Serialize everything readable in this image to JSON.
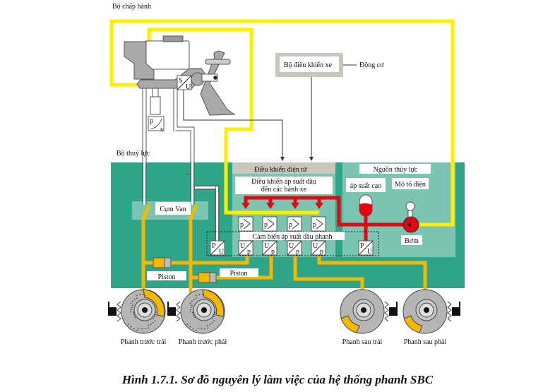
{
  "labels": {
    "actuator": "Bộ chấp hành",
    "vehicle_controller": "Bộ điều khiển xe",
    "engine": "Động cơ",
    "hydraulic_unit": "Bộ thuỷ lực",
    "electronic_control": "Điều khiển điện tử",
    "pressure_control_line1": "Điều khiển áp suất dầu",
    "pressure_control_line2": "đến các bánh xe",
    "hydraulic_source": "Nguồn thủy lực",
    "high_pressure": "áp suất cao",
    "electric_motor": "Mô tô điện",
    "pump": "Bơm",
    "valve_cluster": "Cụm Van",
    "pressure_sensor": "Cảm biến áp suất dầu phanh",
    "piston_1": "Piston",
    "piston_2": "Piston"
  },
  "sensor_glyphs": {
    "stroke_sensor": [
      "S",
      "U"
    ],
    "pressure_in": [
      "p"
    ],
    "pressure_out": [
      "U",
      "p"
    ],
    "master_pu": [
      "P",
      "U"
    ],
    "pedal_graph": [
      "p",
      "s"
    ]
  },
  "wheels": [
    {
      "label": "Phanh trước trái"
    },
    {
      "label": "Phanh trước phải"
    },
    {
      "label": "Phanh sau trái"
    },
    {
      "label": "Phanh sau phải"
    }
  ],
  "colors": {
    "electric_line": "#ffee00",
    "hydraulic_line": "#f5b800",
    "high_pressure_line": "#e30613",
    "panel_dark": "#2fa58a",
    "panel_light": "#7ac4b1",
    "header_grey": "#c9c6bb"
  },
  "caption": "Hình 1.7.1. Sơ đồ nguyên lý làm việc của hệ thống phanh SBC"
}
